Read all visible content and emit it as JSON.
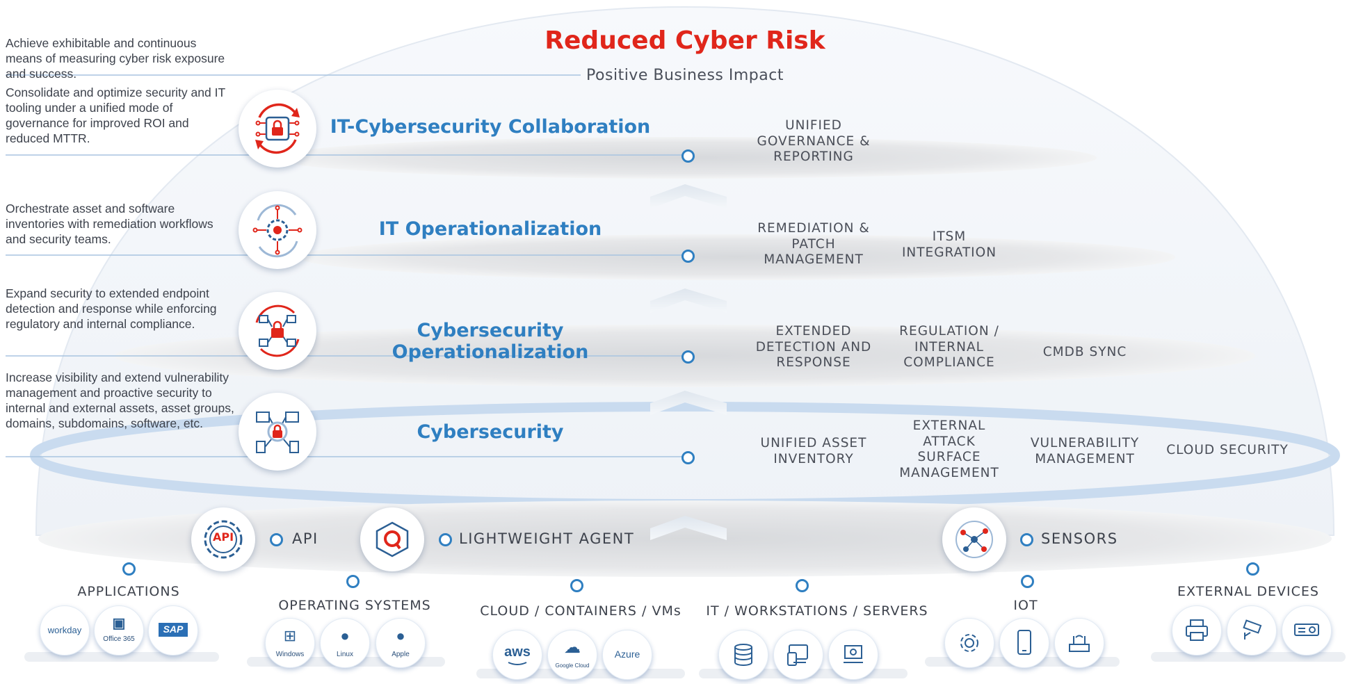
{
  "header": {
    "title": "Reduced Cyber Risk",
    "subtitle": "Positive Business Impact"
  },
  "descriptions": [
    "Achieve exhibitable and continuous means of measuring cyber risk exposure and success.",
    "Consolidate and optimize security and IT tooling under a unified mode of governance for improved ROI and reduced MTTR.",
    "Orchestrate asset and software inventories with remediation workflows and security teams.",
    "Expand security to extended endpoint detection and response while enforcing regulatory and internal compliance.",
    "Increase visibility and extend vulnerability management and proactive security to internal and external assets, asset groups, domains, subdomains, software, etc."
  ],
  "layers": [
    {
      "title": "IT-Cybersecurity Collaboration",
      "icon": "collaboration-lock-icon",
      "capabilities": [
        "UNIFIED GOVERNANCE & REPORTING"
      ]
    },
    {
      "title": "IT Operationalization",
      "icon": "gear-circuit-icon",
      "capabilities": [
        "REMEDIATION & PATCH MANAGEMENT",
        "ITSM INTEGRATION"
      ]
    },
    {
      "title": "Cybersecurity Operationalization",
      "icon": "network-lock-icon",
      "capabilities": [
        "EXTENDED DETECTION AND RESPONSE",
        "REGULATION / INTERNAL COMPLIANCE",
        "CMDB SYNC"
      ]
    },
    {
      "title": "Cybersecurity",
      "icon": "devices-lock-icon",
      "capabilities": [
        "UNIFIED ASSET INVENTORY",
        "EXTERNAL ATTACK SURFACE MANAGEMENT",
        "VULNERABILITY MANAGEMENT",
        "CLOUD SECURITY"
      ]
    }
  ],
  "collectors": {
    "api_label": "API",
    "api_icon_text": "API",
    "agent_label": "LIGHTWEIGHT AGENT",
    "sensors_label": "SENSORS"
  },
  "categories": [
    {
      "label": "APPLICATIONS",
      "tiles": [
        "workday",
        "Office 365",
        "SAP"
      ]
    },
    {
      "label": "OPERATING SYSTEMS",
      "tiles": [
        "Windows",
        "Linux",
        "Apple"
      ]
    },
    {
      "label": "CLOUD / CONTAINERS / VMs",
      "tiles": [
        "aws",
        "Google Cloud",
        "Azure"
      ]
    },
    {
      "label": "IT / WORKSTATIONS / SERVERS",
      "tiles": [
        "database-icon",
        "devices-icon",
        "workstation-icon"
      ]
    },
    {
      "label": "IOT",
      "tiles": [
        "sensor-icon",
        "phone-icon",
        "router-icon"
      ]
    },
    {
      "label": "EXTERNAL DEVICES",
      "tiles": [
        "printer-icon",
        "camera-icon",
        "projector-icon"
      ]
    }
  ],
  "colors": {
    "accent_red": "#e0261b",
    "accent_blue": "#2f7fc1",
    "text": "#3d424c"
  }
}
